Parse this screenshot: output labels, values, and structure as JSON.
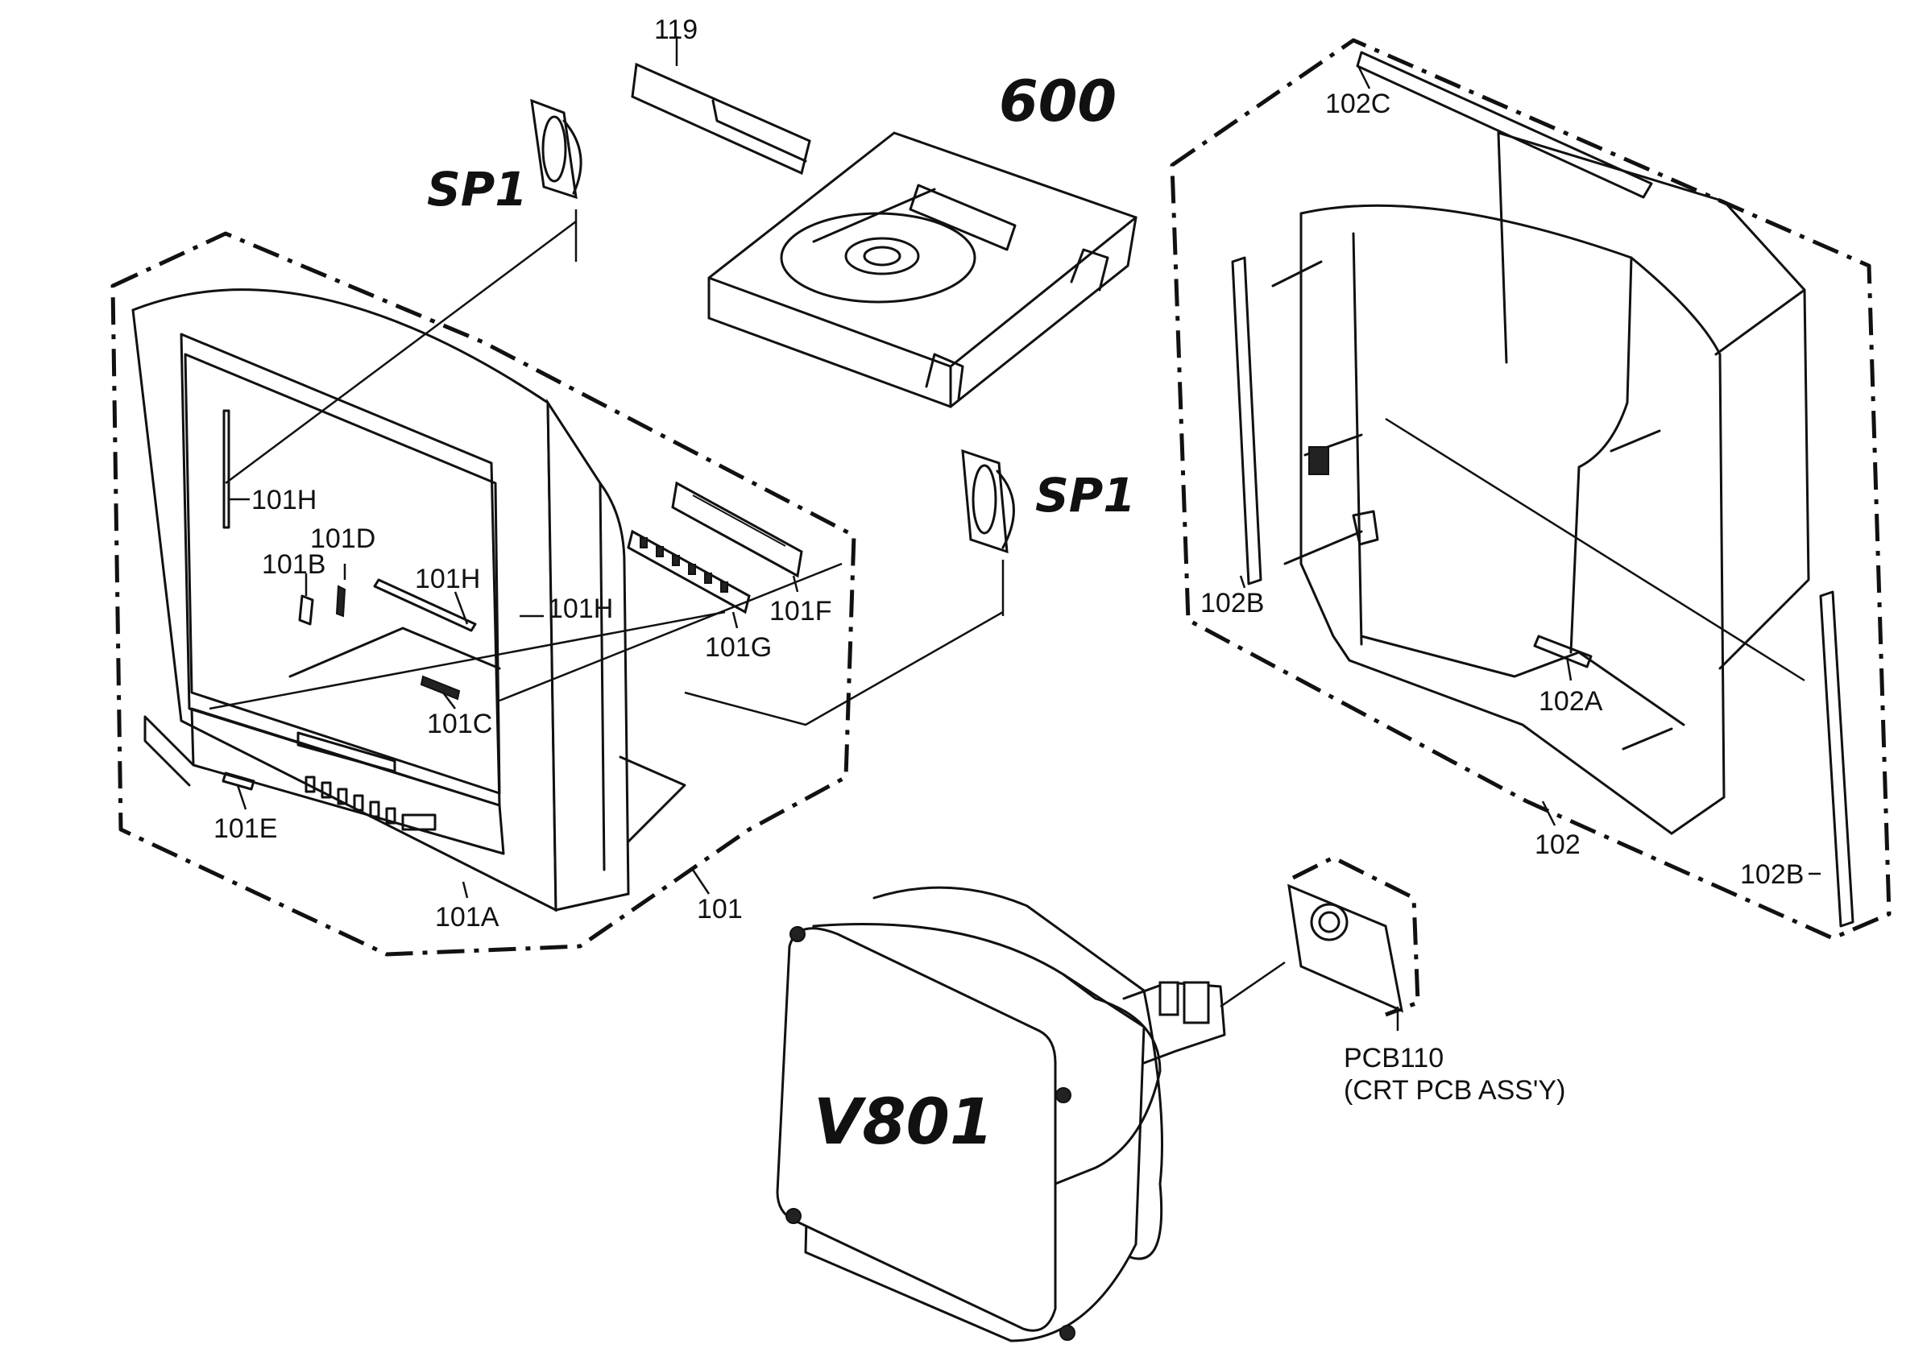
{
  "labels": {
    "l119": "119",
    "l600": "600",
    "sp1_top": "SP1",
    "sp1_right": "SP1",
    "l102c": "102C",
    "l101h_a": "101H",
    "l101d": "101D",
    "l101b": "101B",
    "l101h_b": "101H",
    "l101h_c": "101H",
    "l101c": "101C",
    "l101e": "101E",
    "l101a": "101A",
    "l101": "101",
    "l101f": "101F",
    "l101g": "101G",
    "l102b_a": "102B",
    "l102a": "102A",
    "l102": "102",
    "l102b_b": "102B",
    "v801": "V801",
    "pcb110": "PCB110",
    "pcb110_desc": "(CRT PCB ASS'Y)"
  }
}
